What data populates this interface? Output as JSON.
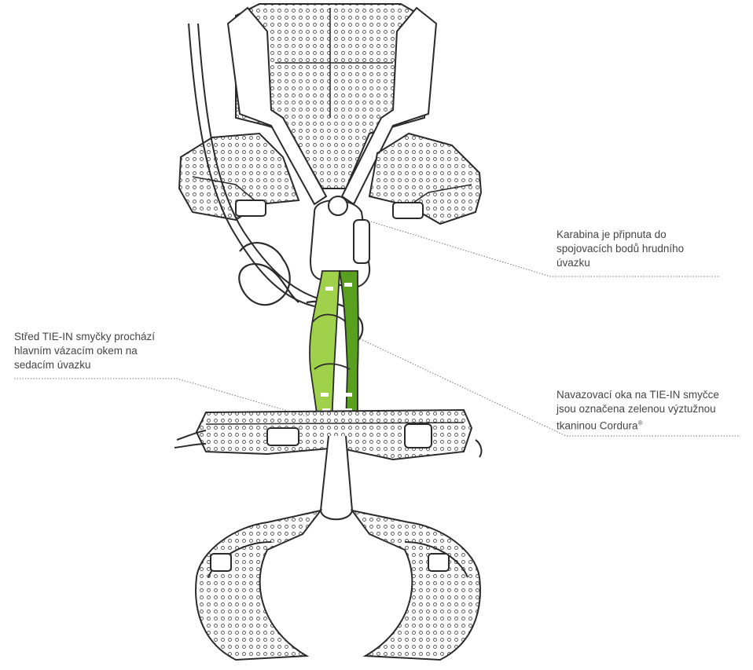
{
  "labels": {
    "carabiner": "Karabina je připnuta do\nspojovacích bodů hrudního\núvazku",
    "tie_in_center": "Střed TIE-IN smyčky prochází\nhlavním vázacím okem na\nsedacím úvazku",
    "tie_in_loops": "Navazovací oka na TIE-IN smyčce\njsou označena zelenou výztužnou\ntkaninou Cordura"
  },
  "trademark": "®",
  "colors": {
    "line": "#2a2a2a",
    "mesh": "#f2f2f2",
    "green_light": "#9fd24a",
    "green_dark": "#5aa01f",
    "leader": "#777777",
    "text": "#444444"
  }
}
